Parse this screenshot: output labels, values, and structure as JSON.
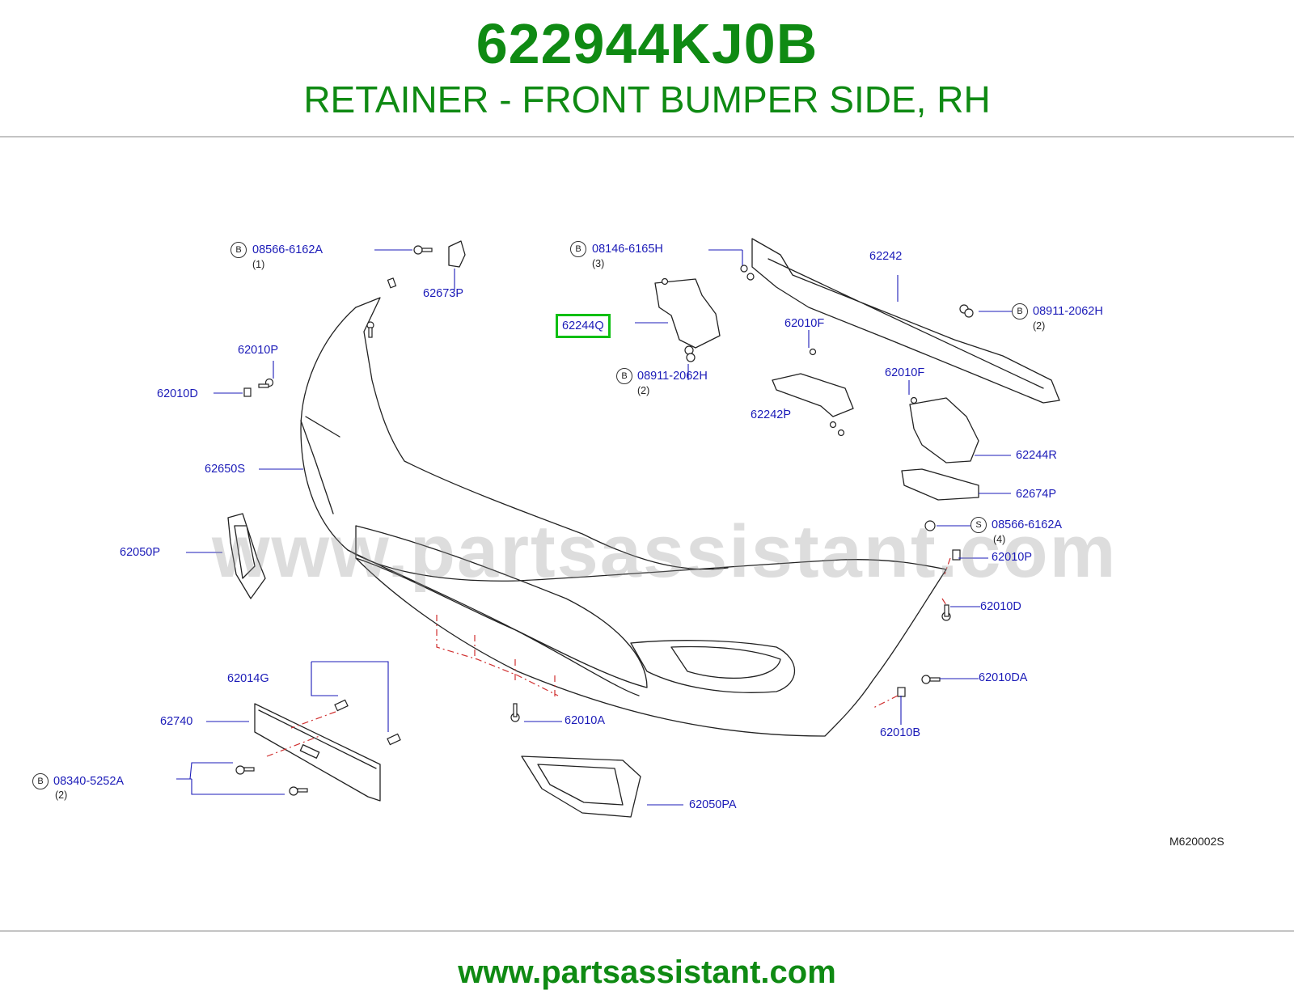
{
  "header": {
    "part_number": "622944KJ0B",
    "description": "RETAINER - FRONT BUMPER SIDE, RH"
  },
  "diagram": {
    "watermark": "www.partsassistant.com",
    "code": "M620002S",
    "highlighted_part": "62244Q",
    "callouts": [
      {
        "id": "c1",
        "prefix": "B",
        "label": "08566-6162A",
        "qty": "(1)"
      },
      {
        "id": "c2",
        "label": "62673P"
      },
      {
        "id": "c3",
        "prefix": "B",
        "label": "08146-6165H",
        "qty": "(3)"
      },
      {
        "id": "c4",
        "label": "62242"
      },
      {
        "id": "c5",
        "prefix": "B",
        "label": "08911-2062H",
        "qty": "(2)"
      },
      {
        "id": "c6",
        "label": "62244Q"
      },
      {
        "id": "c7",
        "label": "62010F"
      },
      {
        "id": "c8",
        "prefix": "B",
        "label": "08911-2062H",
        "qty": "(2)"
      },
      {
        "id": "c9",
        "label": "62010P"
      },
      {
        "id": "c10",
        "label": "62010D"
      },
      {
        "id": "c11",
        "label": "62010F"
      },
      {
        "id": "c12",
        "label": "62242P"
      },
      {
        "id": "c13",
        "label": "62244R"
      },
      {
        "id": "c14",
        "label": "62650S"
      },
      {
        "id": "c15",
        "label": "62674P"
      },
      {
        "id": "c16",
        "prefix": "S",
        "label": "08566-6162A",
        "qty": "(4)"
      },
      {
        "id": "c17",
        "label": "62050P"
      },
      {
        "id": "c18",
        "label": "62010P"
      },
      {
        "id": "c19",
        "label": "62010D"
      },
      {
        "id": "c20",
        "label": "62014G"
      },
      {
        "id": "c21",
        "label": "62010DA"
      },
      {
        "id": "c22",
        "label": "62740"
      },
      {
        "id": "c23",
        "label": "62010A"
      },
      {
        "id": "c24",
        "label": "62010B"
      },
      {
        "id": "c25",
        "prefix": "B",
        "label": "08340-5252A",
        "qty": "(2)"
      },
      {
        "id": "c26",
        "label": "62050PA"
      }
    ]
  },
  "footer": {
    "url": "www.partsassistant.com"
  },
  "colors": {
    "brand_green": "#0f8a13",
    "highlight_green": "#0fbf13",
    "callout_blue": "#1b1bb8",
    "divider_gray": "#c4c4c4"
  }
}
